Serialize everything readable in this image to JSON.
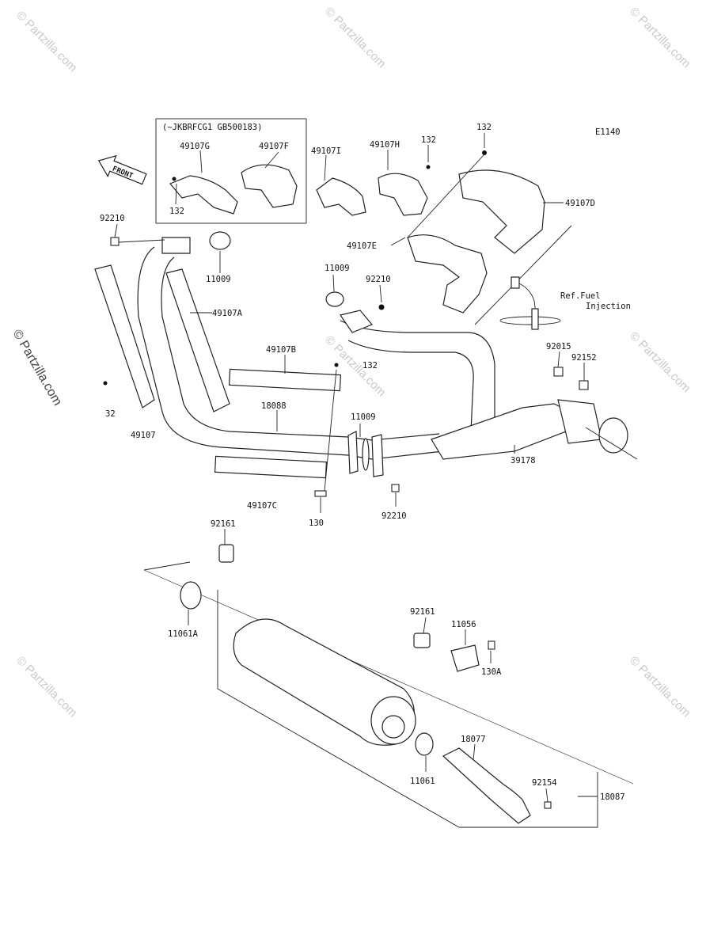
{
  "diagram_code": "E1140",
  "front_label": "FRONT",
  "variant_note": "(~JKBRFCG1 GB500183)",
  "ref_note": {
    "line1": "Ref.Fuel",
    "line2": "Injection"
  },
  "watermark": "© Partzilla.com",
  "callouts": {
    "p49107G": "49107G",
    "p49107F": "49107F",
    "p132_box": "132",
    "p49107I": "49107I",
    "p49107H": "49107H",
    "p132_top": "132",
    "p132_right": "132",
    "p49107D": "49107D",
    "p92210_left": "92210",
    "p11009_left": "11009",
    "p49107E": "49107E",
    "p11009_mid": "11009",
    "p92210_mid": "92210",
    "p49107A": "49107A",
    "p49107B": "49107B",
    "p132_mid": "132",
    "p32_left": "32",
    "p49107": "49107",
    "p18088": "18088",
    "p11009_low": "11009",
    "p92015": "92015",
    "p92152": "92152",
    "p39178": "39178",
    "p49107C": "49107C",
    "p130": "130",
    "p92210_low": "92210",
    "p92161_top": "92161",
    "p11061A": "11061A",
    "p92161_mid": "92161",
    "p11056": "11056",
    "p130A": "130A",
    "p18077": "18077",
    "p11061": "11061",
    "p92154": "92154",
    "p18087": "18087"
  }
}
